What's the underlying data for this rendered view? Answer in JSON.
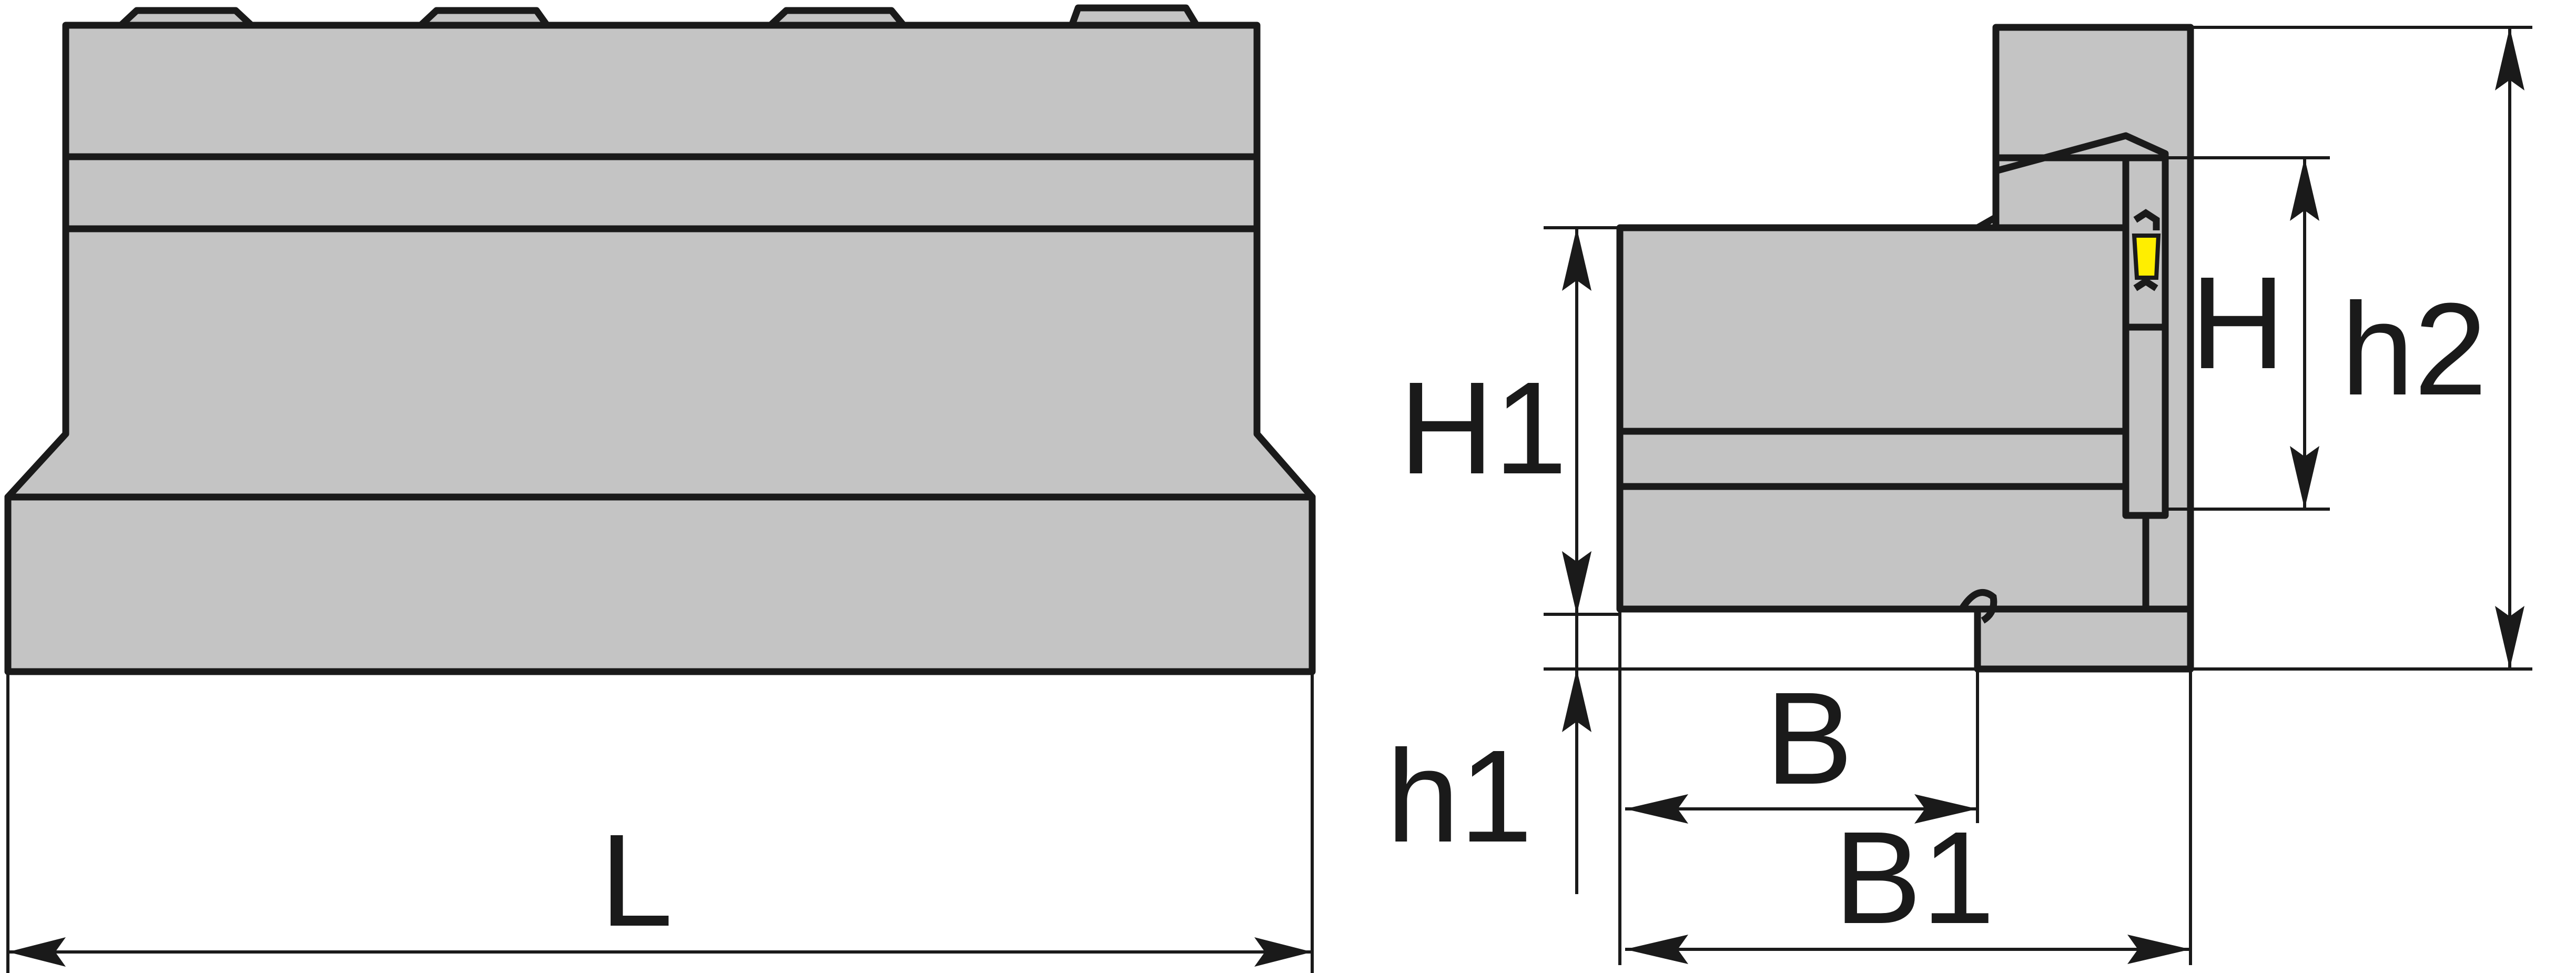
{
  "labels": {
    "L": "L",
    "H1": "H1",
    "h1": "h1",
    "H": "H",
    "h2": "h2",
    "B": "B",
    "B1": "B1"
  },
  "colors": {
    "body": "#c4c4c4",
    "outline": "#1a1a1a",
    "insert": "#ffee00",
    "background": "#ffffff"
  }
}
